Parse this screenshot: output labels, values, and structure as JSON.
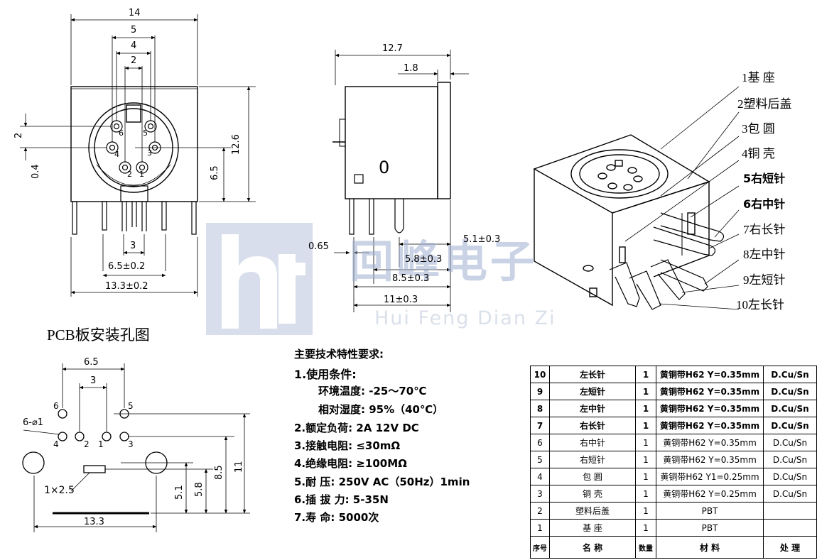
{
  "front_view": {
    "dims": {
      "width_14": "14",
      "width_5": "5",
      "width_4": "4",
      "width_2": "2",
      "height_12_6": "12.6",
      "height_6_5": "6.5",
      "side_2": "2",
      "side_0_4": "0.4",
      "pin_3": "3",
      "pin_6_5": "6.5±0.2",
      "base_13_3": "13.3±0.2"
    },
    "pin_numbers": [
      "6",
      "5",
      "4",
      "3",
      "2",
      "1"
    ]
  },
  "side_view": {
    "dims": {
      "width_12_7": "12.7",
      "flange_1_8": "1.8",
      "pin_0_65": "0.65",
      "pin_5_1": "5.1±0.3",
      "pin_5_8": "5.8±0.3",
      "pin_8_5": "8.5±0.3",
      "pin_11": "11±0.3"
    },
    "mark": "0"
  },
  "callouts": [
    {
      "label": "1基  座",
      "bold": false
    },
    {
      "label": "2塑料后盖",
      "bold": false
    },
    {
      "label": "3包  圆",
      "bold": false
    },
    {
      "label": "4铜  壳",
      "bold": false
    },
    {
      "label": "5右短针",
      "bold": true
    },
    {
      "label": "6右中针",
      "bold": true
    },
    {
      "label": "7右长针",
      "bold": false
    },
    {
      "label": "8左中针",
      "bold": false
    },
    {
      "label": "9左短针",
      "bold": false
    },
    {
      "label": "10左长针",
      "bold": false
    }
  ],
  "pcb": {
    "title": "PCB板安装孔图",
    "dims": {
      "w_6_5": "6.5",
      "w_3": "3",
      "hole": "6-⌀1",
      "slot": "1×2.5",
      "h_5_1": "5.1",
      "h_5_8": "5.8",
      "h_8_5": "8.5",
      "h_11": "11",
      "base_13_3": "13.3"
    },
    "hole_labels": [
      "6",
      "5",
      "4",
      "2",
      "1",
      "3"
    ]
  },
  "specs": {
    "title": "主要技术特性要求:",
    "items": [
      "1.使用条件:",
      "环境温度: -25～70℃",
      "相对湿度: 95%（40℃）",
      "2.额定负荷: 2A 12V DC",
      "3.接触电阻: ≤30mΩ",
      "4.绝缘电阻: ≥100MΩ",
      "5.耐    压: 250V AC（50Hz）1min",
      "6.插 拔 力: 5-35N",
      "7.寿    命: 5000次"
    ]
  },
  "bom": {
    "rows": [
      {
        "no": "10",
        "name": "左长针",
        "qty": "1",
        "material": "黄铜带H62  Y=0.35mm",
        "finish": "D.Cu/Sn",
        "bold": true
      },
      {
        "no": "9",
        "name": "左短针",
        "qty": "1",
        "material": "黄铜带H62  Y=0.35mm",
        "finish": "D.Cu/Sn",
        "bold": true
      },
      {
        "no": "8",
        "name": "左中针",
        "qty": "1",
        "material": "黄铜带H62  Y=0.35mm",
        "finish": "D.Cu/Sn",
        "bold": true
      },
      {
        "no": "7",
        "name": "右长针",
        "qty": "1",
        "material": "黄铜带H62  Y=0.35mm",
        "finish": "D.Cu/Sn",
        "bold": true
      },
      {
        "no": "6",
        "name": "右中针",
        "qty": "1",
        "material": "黄铜带H62  Y=0.35mm",
        "finish": "D.Cu/Sn",
        "bold": false
      },
      {
        "no": "5",
        "name": "右短针",
        "qty": "1",
        "material": "黄铜带H62  Y=0.35mm",
        "finish": "D.Cu/Sn",
        "bold": false
      },
      {
        "no": "4",
        "name": "包  圆",
        "qty": "1",
        "material": "黄铜带H62  Y1=0.25mm",
        "finish": "D.Cu/Sn",
        "bold": false
      },
      {
        "no": "3",
        "name": "铜  壳",
        "qty": "1",
        "material": "黄铜带H62  Y=0.25mm",
        "finish": "D.Cu/Sn",
        "bold": false
      },
      {
        "no": "2",
        "name": "塑料后盖",
        "qty": "1",
        "material": "PBT",
        "finish": "",
        "bold": false
      },
      {
        "no": "1",
        "name": "基  座",
        "qty": "1",
        "material": "PBT",
        "finish": "",
        "bold": false
      }
    ],
    "header": {
      "no": "序号",
      "name": "名  称",
      "qty": "数量",
      "material": "材    料",
      "finish": "处    理"
    }
  },
  "watermark": {
    "logo": "hf",
    "text": "回峰电子",
    "sub": "Hui Feng Dian Zi",
    "color": "#8ea2c8"
  }
}
